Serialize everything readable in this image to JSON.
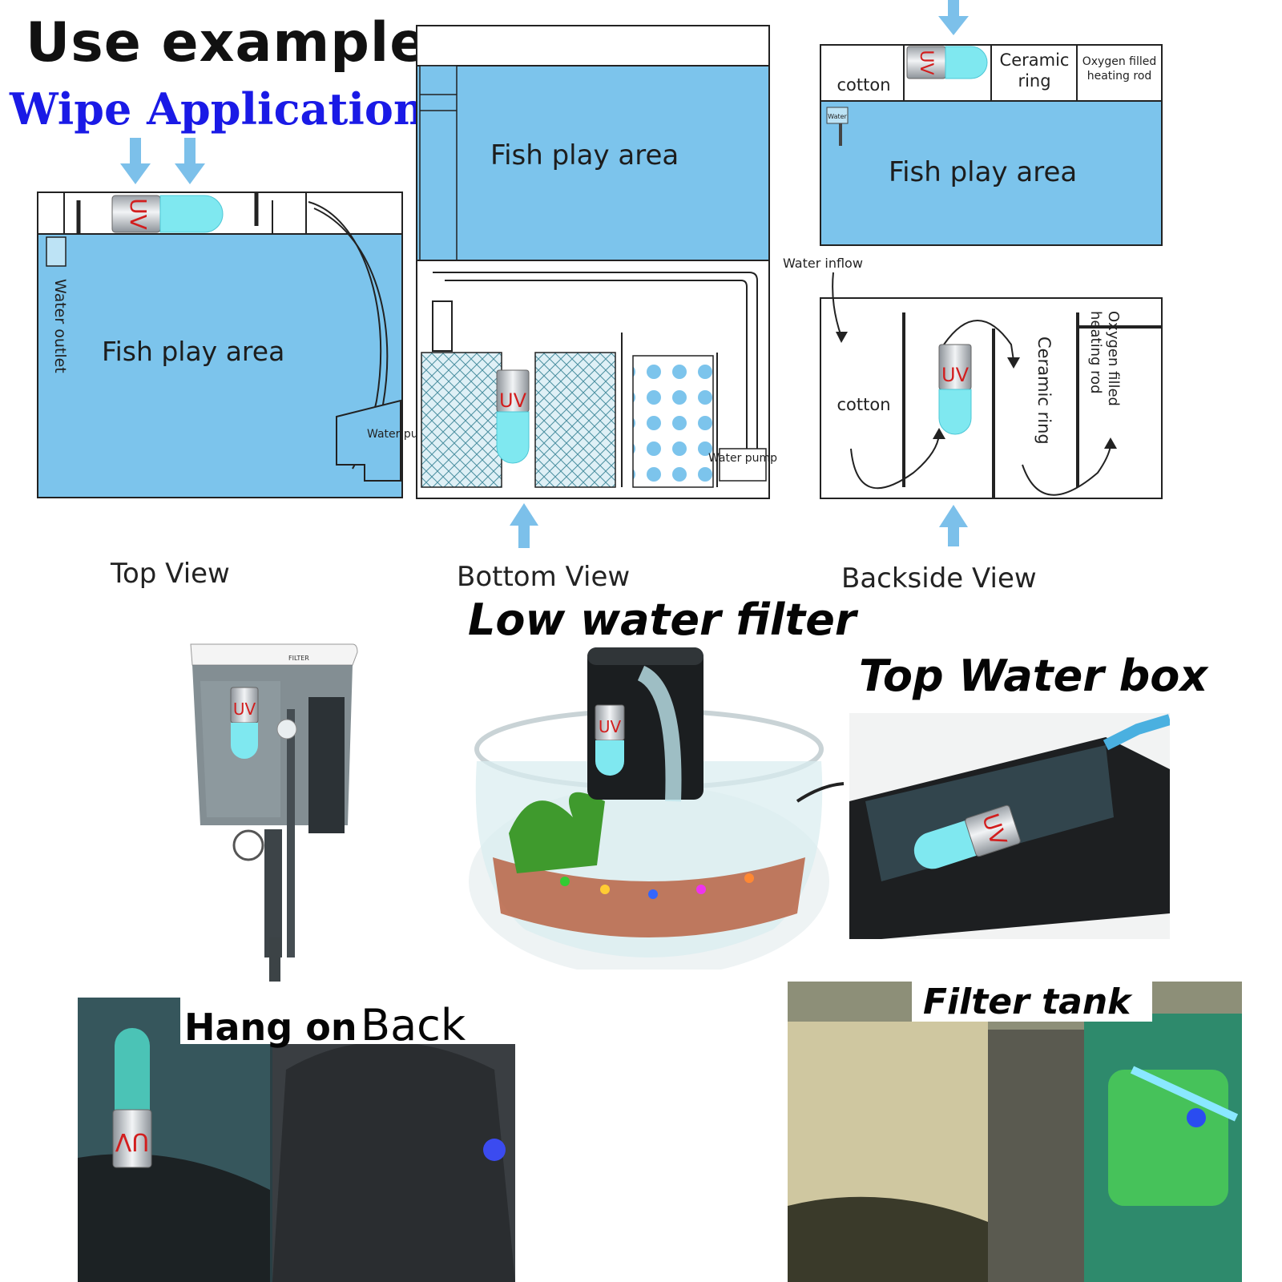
{
  "heading": {
    "title": "Use example",
    "subtitle": "Wipe Application"
  },
  "uv_lamp": {
    "label": "UV"
  },
  "top_view": {
    "fish_area_label": "Fish play area",
    "water_outlet_label": "Water outlet",
    "water_pump_label": "Water pump",
    "caption": "Top View"
  },
  "bottom_view": {
    "fish_area_label": "Fish play area",
    "water_pump_label": "Water pump",
    "caption": "Bottom View"
  },
  "backside_view": {
    "cotton_label": "cotton",
    "ceramic_ring_label": "Ceramic ring",
    "heating_rod_label": "Oxygen filled heating rod",
    "fish_area_label": "Fish play area",
    "water_inflow_label": "Water inflow",
    "water_tag_label": "Water",
    "caption": "Backside View"
  },
  "photos": {
    "low_water_filter": "Low water filter",
    "top_water_box": "Top Water box",
    "hang_on_back_a": "Hang on",
    "hang_on_back_b": "Back",
    "filter_tank": "Filter tank",
    "filter_brand": "FILTER"
  },
  "colors": {
    "water_blue": "#7cc4ec",
    "uv_glow": "#7fe8f0",
    "uv_text": "#d21e1e",
    "arrow_blue": "#7cc0ea",
    "subtitle_blue": "#1a1ae6"
  }
}
